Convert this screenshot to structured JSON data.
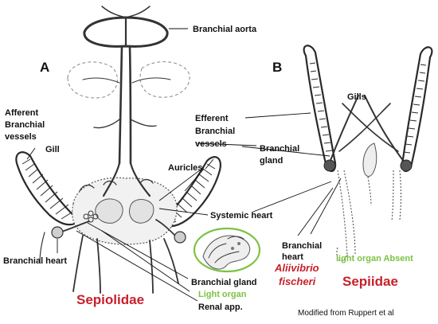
{
  "figure": {
    "panel_a": "A",
    "panel_b": "B",
    "source_note": "Modified from Ruppert et al"
  },
  "labels": {
    "branchial_aorta": "Branchial aorta",
    "afferent_branchial_vessels": [
      "Afferent",
      "Branchial",
      "vessels"
    ],
    "gill_a": "Gill",
    "efferent_branchial_vessels": [
      "Efferent",
      "Branchial",
      "vessels"
    ],
    "branchial_gland_b": [
      "Branchial",
      "gland"
    ],
    "auricles": "Auricles",
    "systemic_heart": "Systemic heart",
    "branchial_heart_a": "Branchial heart",
    "branchial_heart_b": [
      "Branchial",
      "heart"
    ],
    "branchial_gland_a": "Branchial gland",
    "light_organ": "Light organ",
    "renal_app": "Renal app.",
    "gills_b": "Gills",
    "bacterium_genus": "Aliivibrio",
    "bacterium_species": "fischeri",
    "light_organ_absent": "light organ Absent",
    "family_a": "Sepiolidae",
    "family_b": "Sepiidae"
  },
  "colors": {
    "ink": "#111111",
    "accent_red": "#c8202a",
    "accent_green": "#7cc242",
    "vessel": "#333333",
    "gill_outline": "#2a2a2a"
  }
}
